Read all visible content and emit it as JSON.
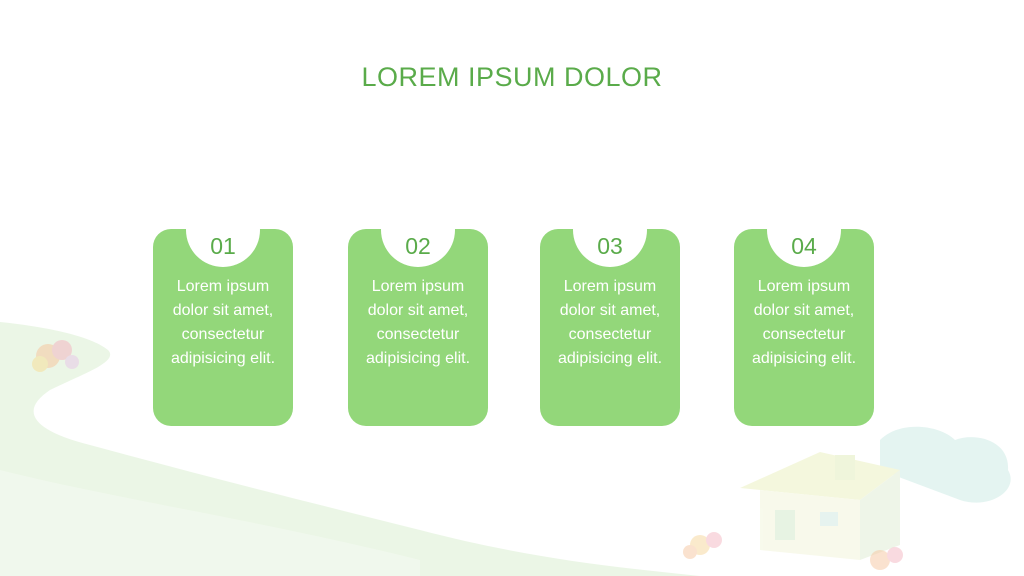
{
  "title": "LOREM IPSUM DOLOR",
  "colors": {
    "accent": "#5aab4a",
    "card": "#93d77a",
    "card_text": "#ffffff",
    "background": "#ffffff"
  },
  "cards": [
    {
      "number": "01",
      "text": "Lorem ipsum dolor sit amet, consectetur adipisicing elit."
    },
    {
      "number": "02",
      "text": "Lorem ipsum dolor sit amet, consectetur adipisicing elit."
    },
    {
      "number": "03",
      "text": "Lorem ipsum dolor sit amet, consectetur adipisicing elit."
    },
    {
      "number": "04",
      "text": "Lorem ipsum dolor sit amet, consectetur adipisicing elit."
    }
  ]
}
